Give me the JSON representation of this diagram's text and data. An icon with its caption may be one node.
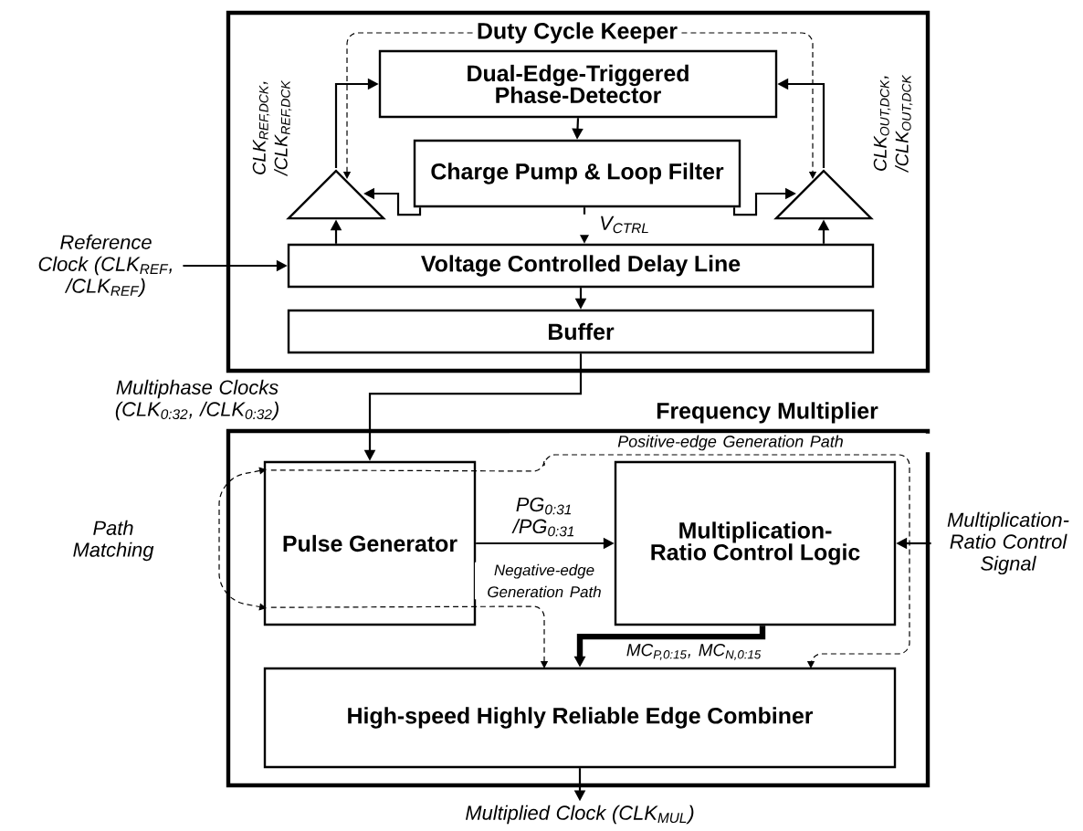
{
  "diagram": {
    "nodes": [
      {
        "text": [
          "Duty Cycle Keeper"
        ]
      },
      {
        "text": [
          "Dual-Edge-Triggered Phase-Detector"
        ],
        "in": 0
      },
      {
        "text": [
          "Charge Pump & Loop Filter"
        ],
        "in": 0
      },
      {
        "text": [],
        "shape": "triangle",
        "in": 0,
        "beside": [
          "CLK$_{REF,DCK}$, /CLK$_{REF,DCK}$"
        ]
      },
      {
        "text": [],
        "shape": "triangle",
        "in": 0,
        "beside": [
          "CLK$_{OUT,DCK}$, /CLK$_{OUT,DCK}$"
        ]
      },
      {
        "text": [
          "Voltage Controlled Delay Line"
        ],
        "in": 0
      },
      {
        "text": [
          "Buffer"
        ],
        "in": 0
      },
      {
        "text": [
          "Frequency Multiplier"
        ]
      },
      {
        "text": [
          "Pulse Generator"
        ],
        "in": 7
      },
      {
        "text": [
          "Multiplication-Ratio Control Logic"
        ],
        "in": 7
      },
      {
        "text": [
          "High-speed Highly Reliable Edge Combiner"
        ],
        "in": 7
      },
      {
        "text": [
          "Reference Clock (CLK$_{REF}$, /CLK$_{REF}$)"
        ]
      },
      {
        "text": [
          "Multiplication-Ratio Control Signal"
        ]
      },
      {
        "text": [
          "Multiplied Clock (CLK$_{MUL}$)"
        ]
      }
    ],
    "edges": [
      {
        "from": 1,
        "to": 2,
        "arrow": "to"
      },
      {
        "from": 2,
        "to": 3,
        "arrow": "to"
      },
      {
        "from": 2,
        "to": 4,
        "arrow": "to"
      },
      {
        "from": 2,
        "to": 5,
        "arrow": "to",
        "label": "V$_{CTRL}$"
      },
      {
        "from": 5,
        "to": 3,
        "arrow": "to"
      },
      {
        "from": 5,
        "to": 4,
        "arrow": "to"
      },
      {
        "from": 3,
        "to": 1,
        "arrow": "to"
      },
      {
        "from": 4,
        "to": 1,
        "arrow": "to"
      },
      {
        "from": 0,
        "to": 3,
        "arrow": "to",
        "style": "dashed"
      },
      {
        "from": 0,
        "to": 4,
        "arrow": "to",
        "style": "dashed"
      },
      {
        "from": 11,
        "to": 5,
        "arrow": "to"
      },
      {
        "from": 5,
        "to": 6,
        "arrow": "to"
      },
      {
        "from": 6,
        "to": 8,
        "arrow": "to",
        "label": "Multiphase Clocks (CLK$_{0:32}$, /CLK$_{0:32}$)"
      },
      {
        "from": 8,
        "to": 9,
        "arrow": "to",
        "label": "PG$_{0:31}$ /PG$_{0:31}$"
      },
      {
        "from": 12,
        "to": 9,
        "arrow": "to"
      },
      {
        "from": 9,
        "to": 10,
        "arrow": "to",
        "style": "thick",
        "label": "MC$_{P,0:15}$, MC$_{N,0:15}$"
      },
      {
        "from": 8,
        "to": 10,
        "arrow": "to",
        "style": "dashed",
        "label": "Positive-edge Generation Path"
      },
      {
        "from": 8,
        "to": 10,
        "arrow": "to",
        "style": "dashed",
        "label": "Negative-edge Generation Path"
      },
      {
        "from": 10,
        "to": 13,
        "arrow": "to"
      }
    ],
    "labels": [
      "Path Matching"
    ]
  }
}
